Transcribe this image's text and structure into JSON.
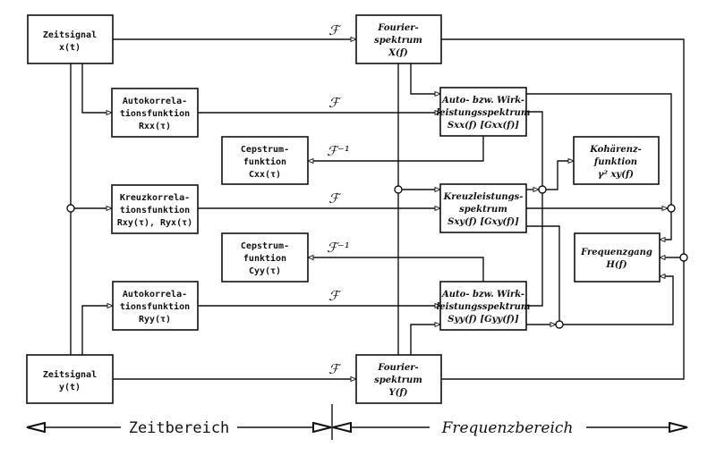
{
  "boxes": {
    "xt": [
      "Zeitsignal",
      "x(t)"
    ],
    "yt": [
      "Zeitsignal",
      "y(t)"
    ],
    "Xf": [
      "Fourier-",
      "spektrum",
      "X(f)"
    ],
    "Yf": [
      "Fourier-",
      "spektrum",
      "Y(f)"
    ],
    "Rxx": [
      "Autokorrela-",
      "tionsfunktion",
      "Rxx(τ)"
    ],
    "Ryy": [
      "Autokorrela-",
      "tionsfunktion",
      "Ryy(τ)"
    ],
    "Rxy": [
      "Kreuzkorrela-",
      "tionsfunktion",
      "Rxy(τ), Ryx(τ)"
    ],
    "Cxx": [
      "Cepstrum-",
      "funktion",
      "Cxx(τ)"
    ],
    "Cyy": [
      "Cepstrum-",
      "funktion",
      "Cyy(τ)"
    ],
    "Sxx": [
      "Auto- bzw. Wirk-",
      "leistungsspektrum",
      "Sxx(f) [Gxx(f)]"
    ],
    "Syy": [
      "Auto- bzw. Wirk-",
      "leistungsspektrum",
      "Syy(f) [Gyy(f)]"
    ],
    "Sxy": [
      "Kreuzleistungs-",
      "spektrum",
      "Sxy(f) [Gxy(f)]"
    ],
    "coh": [
      "Kohärenz-",
      "funktion",
      "γ² xy(f)"
    ],
    "H": [
      "Frequenzgang",
      "H(f)"
    ]
  },
  "operators": {
    "fourier": "ℱ",
    "inverse": "ℱ⁻¹"
  },
  "axis": {
    "time": "Zeitbereich",
    "freq": "Frequenzbereich"
  }
}
